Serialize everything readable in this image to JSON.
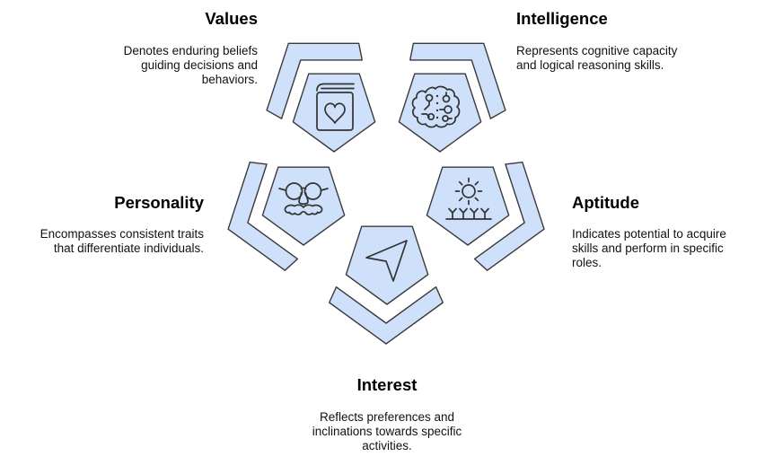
{
  "figure": {
    "type": "pentagon-flower-infographic",
    "colors": {
      "background": "#ffffff",
      "shape-fill": "#cfe0fb",
      "shape-stroke": "#3a3a3a",
      "icon-stroke": "#333333",
      "title-color": "#000000",
      "desc-color": "#111111"
    }
  },
  "items": [
    {
      "id": "values",
      "title": "Values",
      "description": "Denotes enduring beliefs\nguiding decisions and\nbehaviors.",
      "icon": "book-heart-icon",
      "text_align": "right",
      "position": "top-left"
    },
    {
      "id": "intelligence",
      "title": "Intelligence",
      "description": "Represents cognitive capacity\nand logical reasoning skills.",
      "icon": "brain-circuit-icon",
      "text_align": "left",
      "position": "top-right"
    },
    {
      "id": "personality",
      "title": "Personality",
      "description": "Encompasses consistent traits\nthat differentiate individuals.",
      "icon": "groucho-glasses-icon",
      "text_align": "right",
      "position": "middle-left"
    },
    {
      "id": "aptitude",
      "title": "Aptitude",
      "description": "Indicates potential to acquire\nskills and perform in specific\nroles.",
      "icon": "sun-seedlings-icon",
      "text_align": "left",
      "position": "middle-right"
    },
    {
      "id": "interest",
      "title": "Interest",
      "description": "Reflects preferences and\ninclinations towards specific\nactivities.",
      "icon": "navigation-arrow-icon",
      "text_align": "center",
      "position": "bottom"
    }
  ]
}
